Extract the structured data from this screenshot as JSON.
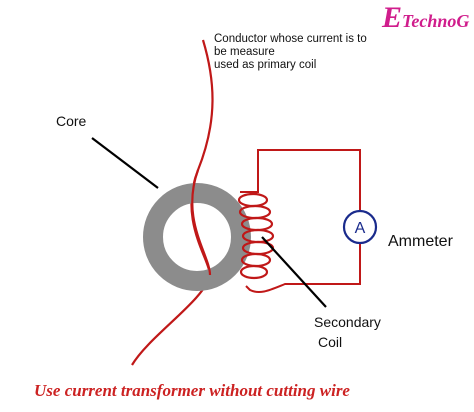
{
  "logo": {
    "letter": "E",
    "rest": "TechnoG"
  },
  "labels": {
    "conductor_line1": "Conductor whose current is to",
    "conductor_line2": "be measure",
    "conductor_line3": "used as primary coil",
    "core": "Core",
    "ammeter": "Ammeter",
    "ammeter_symbol": "A",
    "secondary_line1": "Secondary",
    "secondary_line2": "Coil"
  },
  "caption": "Use current transformer without cutting wire",
  "colors": {
    "wire": "#c01818",
    "core": "#8c8c8c",
    "ammeter": "#1a2b8c",
    "caption": "#cc2222",
    "logo": "#d01d8c",
    "pointer": "#000000"
  }
}
